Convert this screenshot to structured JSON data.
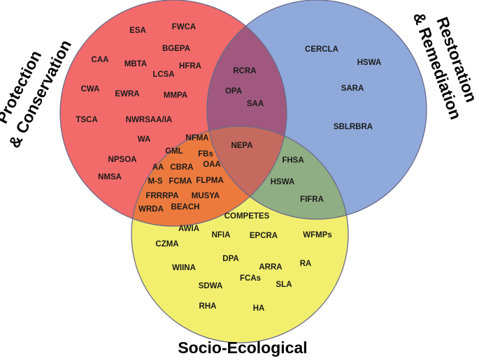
{
  "diagram": {
    "set_titles": {
      "protection": [
        "Protection",
        "& Conservation"
      ],
      "restoration": [
        "Restoration",
        "& Remediation"
      ],
      "socio": "Socio-Ecological"
    },
    "colors": {
      "protection_fill": "#f36a6a",
      "restoration_fill": "#8fa9db",
      "socio_fill": "#f2ef6e",
      "protection_restoration": "#a0587e",
      "protection_socio": "#ec7a3e",
      "restoration_socio": "#8fae83",
      "all_three": "#c46a5e",
      "outline": "#6a6a8a"
    },
    "regions": {
      "protection_only": [
        "ESA",
        "FWCA",
        "BGEPA",
        "CAA",
        "MBTA",
        "HFRA",
        "LCSA",
        "CWA",
        "EWRA",
        "MMPA",
        "TSCA",
        "NWRSAA/IA",
        "WA",
        "NPSOA",
        "NMSA"
      ],
      "restoration_only": [
        "CERCLA",
        "HSWA",
        "SARA",
        "SBLRBRA"
      ],
      "protection_restoration": [
        "RCRA",
        "OPA",
        "SAA"
      ],
      "protection_socio": [
        "NFMA",
        "GML",
        "FBs",
        "AA",
        "CBRA",
        "OAA",
        "M-S",
        "FCMA",
        "FLPMA",
        "FRRRPA",
        "MUSYA",
        "WRDA",
        "BEACH"
      ],
      "all_three": [
        "NEPA"
      ],
      "restoration_socio": [
        "FHSA",
        "HSWA",
        "FIFRA"
      ],
      "socio_only": [
        "COMPETES",
        "AWIA",
        "NFIA",
        "EPCRA",
        "WFMPs",
        "CZMA",
        "DPA",
        "RA",
        "WIINA",
        "ARRA",
        "FCAs",
        "SDWA",
        "SLA",
        "RHA",
        "HA"
      ]
    }
  }
}
